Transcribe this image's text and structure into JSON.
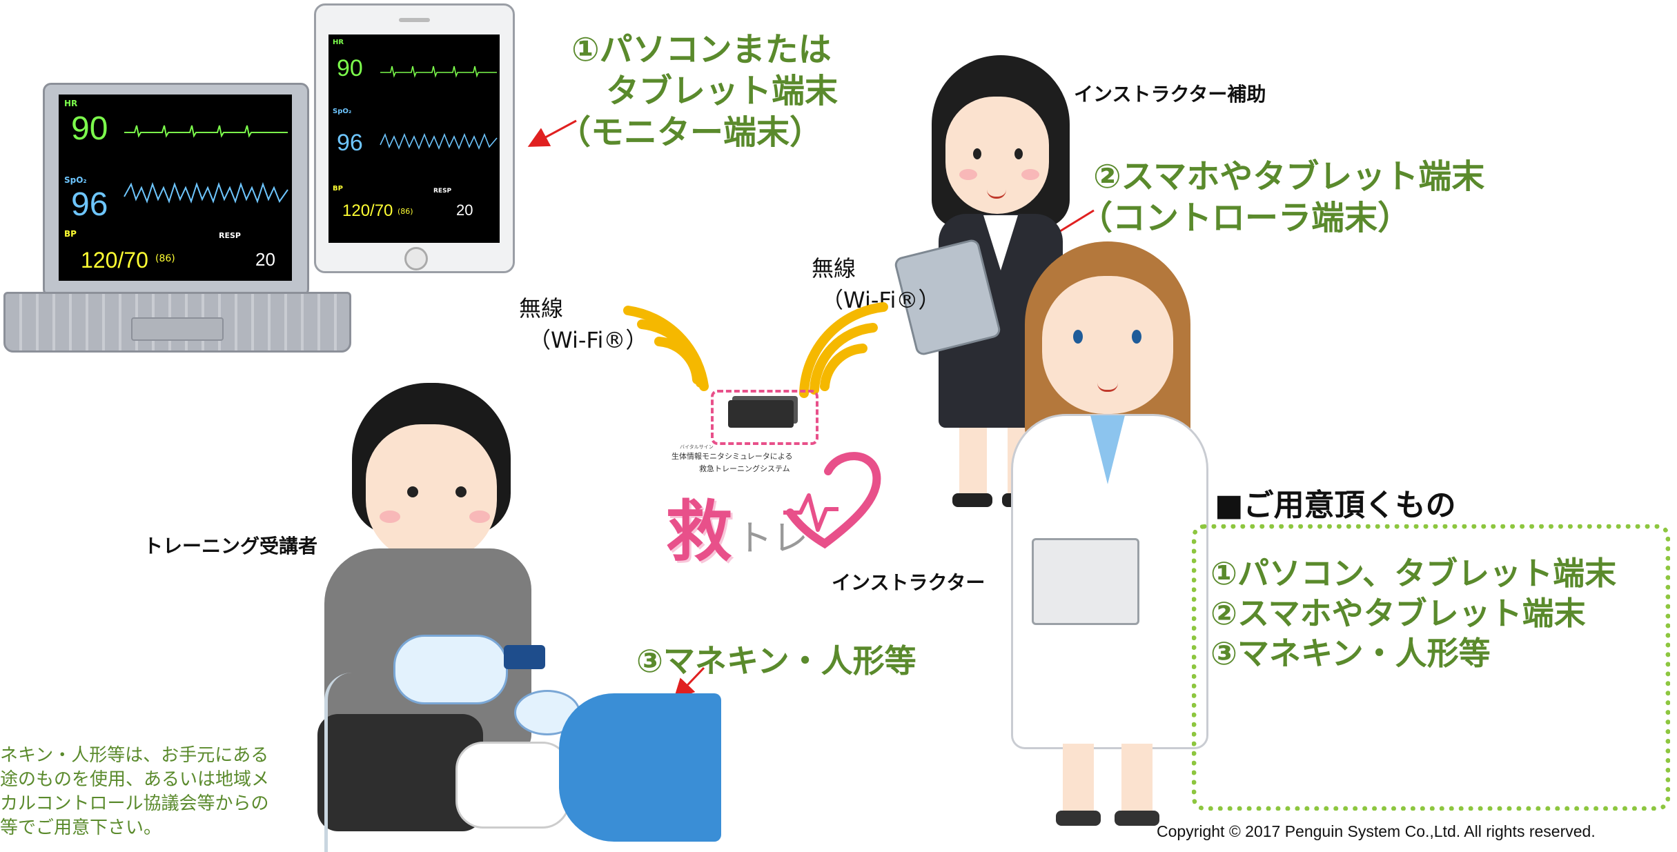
{
  "labels": {
    "monitor_terminal_line1": "①パソコンまたは",
    "monitor_terminal_line2": "タブレット端末",
    "monitor_terminal_line3": "（モニター端末）",
    "controller_terminal_line1": "②スマホやタブレット端末",
    "controller_terminal_line2": "（コントローラ端末）",
    "mannequin": "③マネキン・人形等",
    "instructor_assistant": "インストラクター補助",
    "instructor": "インストラクター",
    "trainee": "トレーニング受講者",
    "wireless_left_line1": "無線",
    "wireless_left_line2": "（Wi-Fi®）",
    "wireless_right_line1": "無線",
    "wireless_right_line2": "（Wi-Fi®）"
  },
  "logo": {
    "subtitle_small": "バイタルサイン",
    "subtitle_line1": "生体情報モニタシミュレータによる",
    "subtitle_line2": "救急トレーニングシステム",
    "name_kanji": "救",
    "name_kana": "トレ"
  },
  "laptop_monitor": {
    "hr_label": "HR",
    "hr_value": "90",
    "spo2_label": "SpO₂",
    "spo2_value": "96",
    "bp_label": "BP",
    "bp_value": "120/70",
    "bp_mean": "(86)",
    "resp_label": "RESP",
    "resp_value": "20"
  },
  "tablet_monitor": {
    "hr_label": "HR",
    "hr_value": "90",
    "spo2_label": "SpO₂",
    "spo2_value": "96",
    "bp_label": "BP",
    "bp_value": "120/70",
    "bp_mean": "(86)",
    "resp_label": "RESP",
    "resp_value": "20"
  },
  "requirements": {
    "title": "■ご用意頂くもの",
    "items": [
      "①パソコン、タブレット端末",
      "②スマホやタブレット端末",
      "③マネキン・人形等"
    ]
  },
  "note": {
    "line1": "ネキン・人形等は、お手元にある",
    "line2": "途のものを使用、あるいは地域メ",
    "line3": "カルコントロール協議会等からの",
    "line4": "等でご用意下さい。"
  },
  "copyright": "Copyright © 2017 Penguin System Co.,Ltd. All rights reserved.",
  "colors": {
    "green_text": "#5a8a2c",
    "dotted_border": "#8dc63f",
    "wifi_arc": "#f5b800",
    "arrow": "#e02020",
    "logo_pink": "#e8508a",
    "monitor_screen": "#000000",
    "hr_green": "#7cfc4c",
    "spo2_blue": "#6ec6ff",
    "bp_yellow": "#ffff33"
  }
}
